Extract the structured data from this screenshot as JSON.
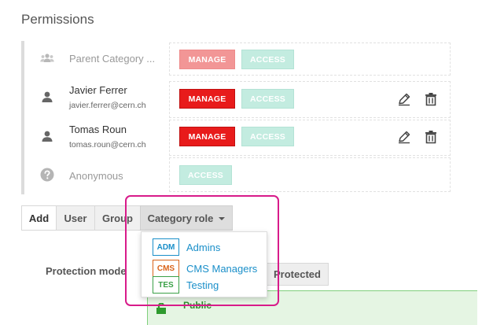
{
  "page": {
    "title": "Permissions"
  },
  "permissions": {
    "rows": [
      {
        "name": "Parent Category ...",
        "email": "",
        "manage": "MANAGE",
        "access": "ACCESS"
      },
      {
        "name": "Javier Ferrer",
        "email": "javier.ferrer@cern.ch",
        "manage": "MANAGE",
        "access": "ACCESS"
      },
      {
        "name": "Tomas Roun",
        "email": "tomas.roun@cern.ch",
        "manage": "MANAGE",
        "access": "ACCESS"
      },
      {
        "name": "Anonymous",
        "email": "",
        "manage": "",
        "access": "ACCESS"
      }
    ],
    "icons": {
      "group": "group-icon",
      "user": "user-icon",
      "question": "question-icon",
      "edit": "edit-icon",
      "delete": "trash-icon"
    }
  },
  "add_tabs": {
    "items": [
      "Add",
      "User",
      "Group",
      "Category role"
    ]
  },
  "dropdown": {
    "items": [
      {
        "code": "ADM",
        "label": "Admins",
        "color": "#1a8fc9"
      },
      {
        "code": "CMS",
        "label": "CMS Managers",
        "color": "#d9631a"
      },
      {
        "code": "TES",
        "label": "Testing",
        "color": "#3aa047"
      }
    ]
  },
  "protection": {
    "label": "Protection mode",
    "protected_label": "Protected",
    "public_label": "Public"
  },
  "colors": {
    "manage_active": "#e81b1b",
    "manage_inherited": "#f29696",
    "access": "#c3ece0",
    "highlight": "#d81b8a",
    "link": "#1a8fc9"
  }
}
